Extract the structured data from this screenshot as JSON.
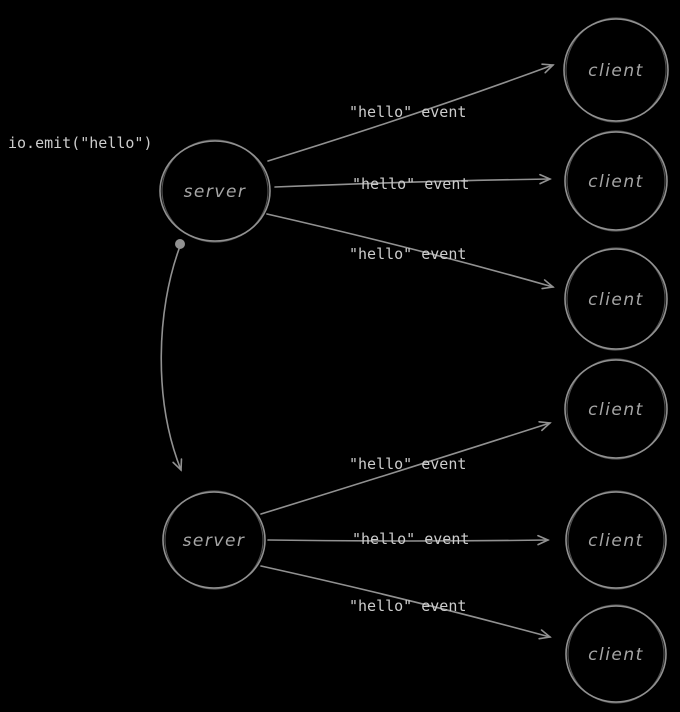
{
  "diagram": {
    "annotation": "io.emit(\"hello\")",
    "servers": [
      {
        "id": "server-1",
        "label": "server"
      },
      {
        "id": "server-2",
        "label": "server"
      }
    ],
    "clients": [
      {
        "id": "client-1",
        "label": "client"
      },
      {
        "id": "client-2",
        "label": "client"
      },
      {
        "id": "client-3",
        "label": "client"
      },
      {
        "id": "client-4",
        "label": "client"
      },
      {
        "id": "client-5",
        "label": "client"
      },
      {
        "id": "client-6",
        "label": "client"
      }
    ],
    "edges": [
      {
        "from": "server-1",
        "to": "client-1",
        "label": "\"hello\" event"
      },
      {
        "from": "server-1",
        "to": "client-2",
        "label": "\"hello\" event"
      },
      {
        "from": "server-1",
        "to": "client-3",
        "label": "\"hello\" event"
      },
      {
        "from": "server-2",
        "to": "client-4",
        "label": "\"hello\" event"
      },
      {
        "from": "server-2",
        "to": "client-5",
        "label": "\"hello\" event"
      },
      {
        "from": "server-2",
        "to": "client-6",
        "label": "\"hello\" event"
      }
    ],
    "server_link": {
      "from": "server-1",
      "to": "server-2"
    },
    "colors": {
      "bg": "#000000",
      "stroke": "#919191",
      "text": "#cccccc",
      "label": "#a6a6a6"
    }
  }
}
